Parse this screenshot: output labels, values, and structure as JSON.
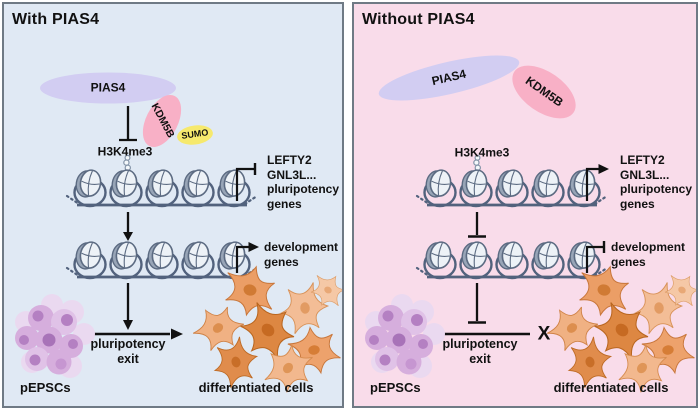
{
  "colors": {
    "left_bg": "#e0e9f4",
    "right_bg": "#f9dcea",
    "panel_border": "#6f7a85",
    "pias4_fill": "#d2cdf2",
    "kdm5b_fill": "#f8b0c6",
    "sumo_fill": "#f6e96d",
    "dna": "#52627d",
    "nucleosome_fill": "#edf2f7",
    "nucleosome_rim": "#98a5b7",
    "nucleosome_stroke": "#5c6b82",
    "arrow": "#111111",
    "pepsc_cell": "#d6aedd",
    "pepsc_cell_light": "#e0c2e7",
    "pepsc_nucleus": "#b480c2",
    "pepsc_halo": "#ead9f0",
    "diff_cell": "#eb9e66",
    "diff_nucleus": "#d07a34",
    "text": "#111111"
  },
  "left_panel": {
    "title": "With PIAS4",
    "pias4": "PIAS4",
    "kdm5b": "KDM5B",
    "sumo": "SUMO",
    "h3k4me3": "H3K4me3",
    "pluripotency_genes": "LEFTY2\nGNL3L...\npluripotency\ngenes",
    "development_genes": "development\ngenes",
    "exit_label": "pluripotency\nexit",
    "stem_label": "pEPSCs",
    "diff_label": "differentiated cells"
  },
  "right_panel": {
    "title": "Without PIAS4",
    "pias4": "PIAS4",
    "kdm5b": "KDM5B",
    "h3k4me3": "H3K4me3",
    "pluripotency_genes": "LEFTY2\nGNL3L...\npluripotency\ngenes",
    "development_genes": "development\ngenes",
    "exit_label": "pluripotency\nexit",
    "block_mark": "X",
    "stem_label": "pEPSCs",
    "diff_label": "differentiated cells"
  }
}
